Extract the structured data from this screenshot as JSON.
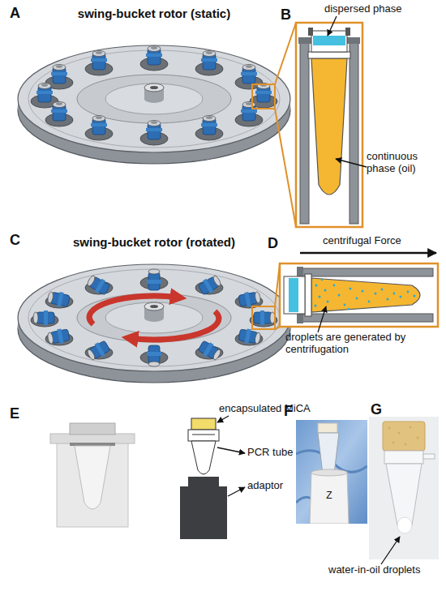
{
  "diagram": {
    "labels": [
      "A",
      "swing-bucket rotor (static)",
      "B",
      "dispersed phase",
      "continuous phase (oil)",
      "C",
      "swing-bucket rotor (rotated)",
      "D",
      "centrifugal Force",
      "droplets are generated by centrifugation",
      "E",
      "encapsulated MiCA",
      "PCR tube",
      "adaptor",
      "F",
      "Z",
      "G",
      "water-in-oil droplets"
    ]
  }
}
